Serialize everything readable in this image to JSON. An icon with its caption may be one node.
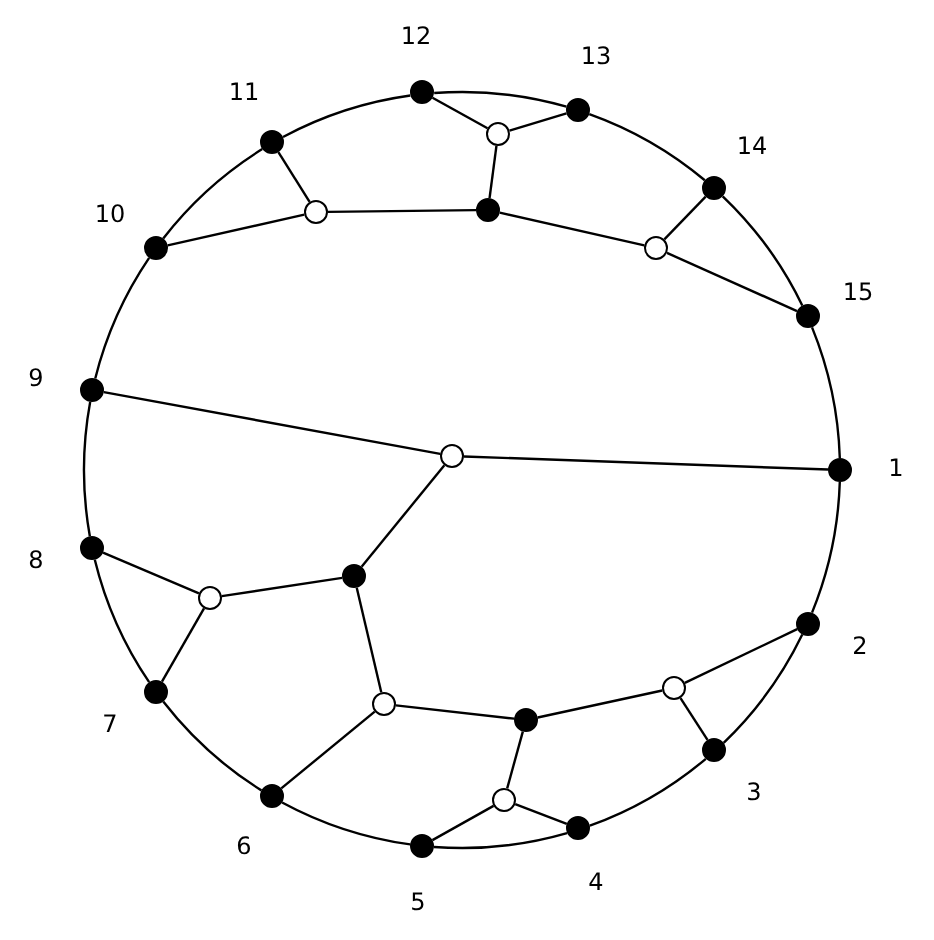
{
  "diagram": {
    "nodes": [
      {
        "text": [],
        "shape": "dot",
        "beside": [
          "1"
        ]
      },
      {
        "text": [],
        "shape": "dot",
        "beside": [
          "2"
        ]
      },
      {
        "text": [],
        "shape": "dot",
        "beside": [
          "3"
        ]
      },
      {
        "text": [],
        "shape": "dot",
        "beside": [
          "4"
        ]
      },
      {
        "text": [],
        "shape": "dot",
        "beside": [
          "5"
        ]
      },
      {
        "text": [],
        "shape": "dot",
        "beside": [
          "6"
        ]
      },
      {
        "text": [],
        "shape": "dot",
        "beside": [
          "7"
        ]
      },
      {
        "text": [],
        "shape": "dot",
        "beside": [
          "8"
        ]
      },
      {
        "text": [],
        "shape": "dot",
        "beside": [
          "9"
        ]
      },
      {
        "text": [],
        "shape": "dot",
        "beside": [
          "10"
        ]
      },
      {
        "text": [],
        "shape": "dot",
        "beside": [
          "11"
        ]
      },
      {
        "text": [],
        "shape": "dot",
        "beside": [
          "12"
        ]
      },
      {
        "text": [],
        "shape": "dot",
        "beside": [
          "13"
        ]
      },
      {
        "text": [],
        "shape": "dot",
        "beside": [
          "14"
        ]
      },
      {
        "text": [],
        "shape": "dot",
        "beside": [
          "15"
        ]
      },
      {
        "text": [],
        "shape": "circle"
      },
      {
        "text": [],
        "shape": "circle"
      },
      {
        "text": [],
        "shape": "dot"
      },
      {
        "text": [],
        "shape": "circle"
      },
      {
        "text": [],
        "shape": "circle"
      },
      {
        "text": [],
        "shape": "dot"
      },
      {
        "text": [],
        "shape": "circle"
      },
      {
        "text": [],
        "shape": "circle"
      },
      {
        "text": [],
        "shape": "dot"
      },
      {
        "text": [],
        "shape": "circle"
      },
      {
        "text": [],
        "shape": "circle"
      }
    ],
    "edges": [
      {
        "from": 0,
        "to": 1,
        "arrow": "none"
      },
      {
        "from": 1,
        "to": 2,
        "arrow": "none"
      },
      {
        "from": 2,
        "to": 3,
        "arrow": "none"
      },
      {
        "from": 3,
        "to": 4,
        "arrow": "none"
      },
      {
        "from": 4,
        "to": 5,
        "arrow": "none"
      },
      {
        "from": 5,
        "to": 6,
        "arrow": "none"
      },
      {
        "from": 6,
        "to": 7,
        "arrow": "none"
      },
      {
        "from": 7,
        "to": 8,
        "arrow": "none"
      },
      {
        "from": 8,
        "to": 9,
        "arrow": "none"
      },
      {
        "from": 9,
        "to": 10,
        "arrow": "none"
      },
      {
        "from": 10,
        "to": 11,
        "arrow": "none"
      },
      {
        "from": 11,
        "to": 12,
        "arrow": "none"
      },
      {
        "from": 12,
        "to": 13,
        "arrow": "none"
      },
      {
        "from": 13,
        "to": 14,
        "arrow": "none"
      },
      {
        "from": 14,
        "to": 0,
        "arrow": "none"
      },
      {
        "from": 11,
        "to": 15,
        "arrow": "none"
      },
      {
        "from": 12,
        "to": 15,
        "arrow": "none"
      },
      {
        "from": 15,
        "to": 17,
        "arrow": "none"
      },
      {
        "from": 10,
        "to": 16,
        "arrow": "none"
      },
      {
        "from": 9,
        "to": 16,
        "arrow": "none"
      },
      {
        "from": 16,
        "to": 17,
        "arrow": "none"
      },
      {
        "from": 17,
        "to": 18,
        "arrow": "none"
      },
      {
        "from": 13,
        "to": 18,
        "arrow": "none"
      },
      {
        "from": 18,
        "to": 14,
        "arrow": "none"
      },
      {
        "from": 8,
        "to": 19,
        "arrow": "none"
      },
      {
        "from": 19,
        "to": 0,
        "arrow": "none"
      },
      {
        "from": 19,
        "to": 20,
        "arrow": "none"
      },
      {
        "from": 20,
        "to": 21,
        "arrow": "none"
      },
      {
        "from": 7,
        "to": 21,
        "arrow": "none"
      },
      {
        "from": 21,
        "to": 6,
        "arrow": "none"
      },
      {
        "from": 20,
        "to": 22,
        "arrow": "none"
      },
      {
        "from": 22,
        "to": 5,
        "arrow": "none"
      },
      {
        "from": 22,
        "to": 23,
        "arrow": "none"
      },
      {
        "from": 23,
        "to": 24,
        "arrow": "none"
      },
      {
        "from": 24,
        "to": 1,
        "arrow": "none"
      },
      {
        "from": 24,
        "to": 2,
        "arrow": "none"
      },
      {
        "from": 23,
        "to": 25,
        "arrow": "none"
      },
      {
        "from": 25,
        "to": 4,
        "arrow": "none"
      },
      {
        "from": 25,
        "to": 3,
        "arrow": "none"
      }
    ]
  }
}
